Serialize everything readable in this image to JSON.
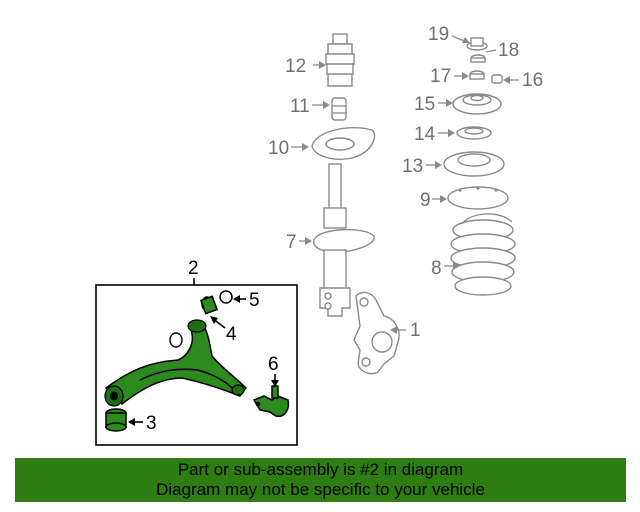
{
  "callouts": {
    "c1": "1",
    "c2": "2",
    "c3": "3",
    "c4": "4",
    "c5": "5",
    "c6": "6",
    "c7": "7",
    "c8": "8",
    "c9": "9",
    "c10": "10",
    "c11": "11",
    "c12": "12",
    "c13": "13",
    "c14": "14",
    "c15": "15",
    "c16": "16",
    "c17": "17",
    "c18": "18",
    "c19": "19"
  },
  "banner": {
    "line1": "Part or sub-assembly is #2 in diagram",
    "line2": "Diagram may not be specific to your vehicle"
  },
  "colors": {
    "highlight_part": "#2d8a1e",
    "banner_bg": "#2e7d12",
    "line_gray": "#8a8a8a"
  }
}
